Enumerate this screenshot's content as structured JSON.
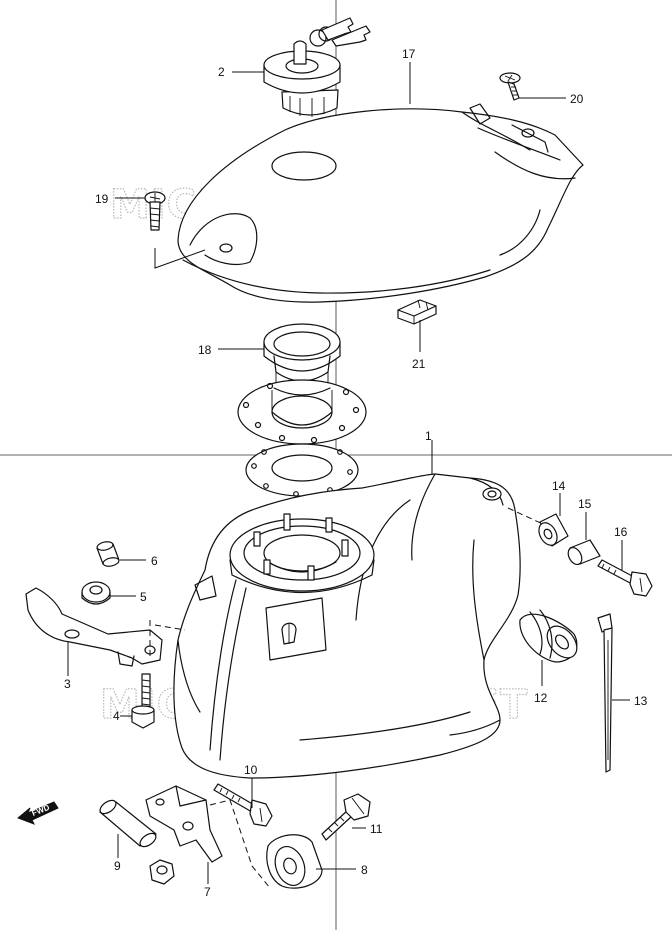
{
  "diagram": {
    "watermark": "MICROFICHES.NET",
    "forward_label": "FWD",
    "callouts": [
      "1",
      "2",
      "3",
      "4",
      "5",
      "6",
      "7",
      "8",
      "9",
      "10",
      "11",
      "12",
      "13",
      "14",
      "15",
      "16",
      "17",
      "18",
      "19",
      "20",
      "21"
    ]
  }
}
